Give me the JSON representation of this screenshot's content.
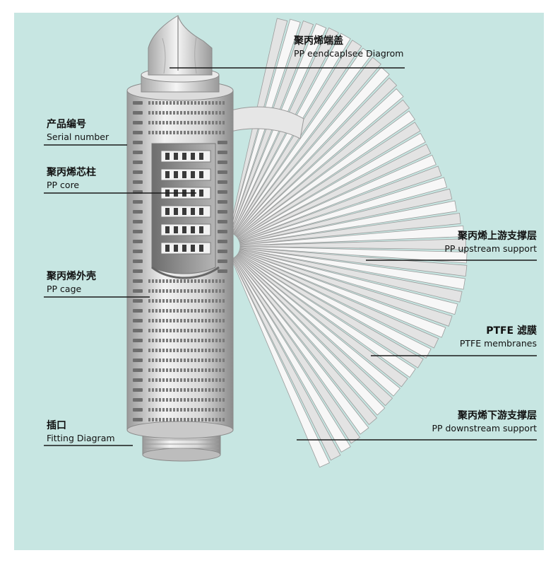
{
  "labels": {
    "endcap": {
      "zh": "聚丙烯端盖",
      "en": "PP eendcaplsee Diagrom"
    },
    "serial": {
      "zh": "产品编号",
      "en": "Serial number"
    },
    "core": {
      "zh": "聚丙烯芯柱",
      "en": "PP core"
    },
    "cage": {
      "zh": "聚丙烯外壳",
      "en": "PP cage"
    },
    "fitting": {
      "zh": "插口",
      "en": "Fitting Diagram"
    },
    "upstream": {
      "zh": "聚丙烯上游支撑层",
      "en": "PP upstream support"
    },
    "membrane": {
      "zh": "PTFE 滤膜",
      "en": "PTFE membranes"
    },
    "downstream": {
      "zh": "聚丙烯下游支撑层",
      "en": "PP downstream support"
    }
  },
  "colors": {
    "background": "#c7e6e2",
    "metal_light": "#eeeeee",
    "metal_mid": "#cfcfcf",
    "metal_dark": "#8a8a8a",
    "leader": "#1a1a1a"
  }
}
